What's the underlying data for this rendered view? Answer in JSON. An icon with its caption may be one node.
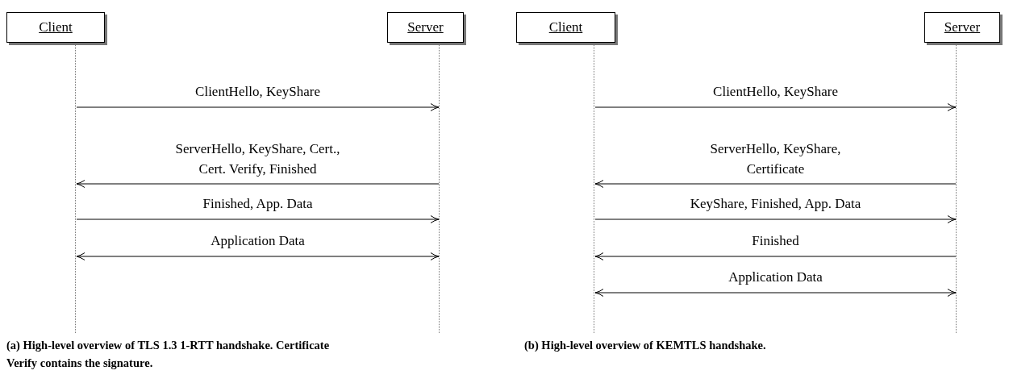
{
  "diagram": {
    "nodes": [
      {
        "text": [
          "Client"
        ]
      },
      {
        "text": [
          "Server"
        ]
      },
      {
        "text": [],
        "shape": "bar"
      },
      {
        "text": [],
        "shape": "bar"
      },
      {
        "text": [
          "Client"
        ]
      },
      {
        "text": [
          "Server"
        ]
      },
      {
        "text": [],
        "shape": "bar"
      },
      {
        "text": [],
        "shape": "bar"
      }
    ],
    "edges": [
      {
        "from": 2,
        "to": 3,
        "arrow": "to",
        "label": "ClientHello, KeyShare"
      },
      {
        "from": 3,
        "to": 2,
        "arrow": "to",
        "label": "ServerHello, KeyShare, Cert., Cert. Verify, Finished"
      },
      {
        "from": 2,
        "to": 3,
        "arrow": "to",
        "label": "Finished, App. Data"
      },
      {
        "from": 2,
        "to": 3,
        "arrow": "both",
        "label": "Application Data"
      },
      {
        "from": 6,
        "to": 7,
        "arrow": "to",
        "label": "ClientHello, KeyShare"
      },
      {
        "from": 7,
        "to": 6,
        "arrow": "to",
        "label": "ServerHello, KeyShare, Certificate"
      },
      {
        "from": 6,
        "to": 7,
        "arrow": "to",
        "label": "KeyShare, Finished, App. Data"
      },
      {
        "from": 7,
        "to": 6,
        "arrow": "to",
        "label": "Finished"
      },
      {
        "from": 6,
        "to": 7,
        "arrow": "both",
        "label": "Application Data"
      }
    ],
    "labels": [
      "(a) High-level overview of TLS 1.3 1-RTT handshake. Certificate Verify contains the signature.",
      "(b) High-level overview of KEMTLS handshake."
    ]
  }
}
